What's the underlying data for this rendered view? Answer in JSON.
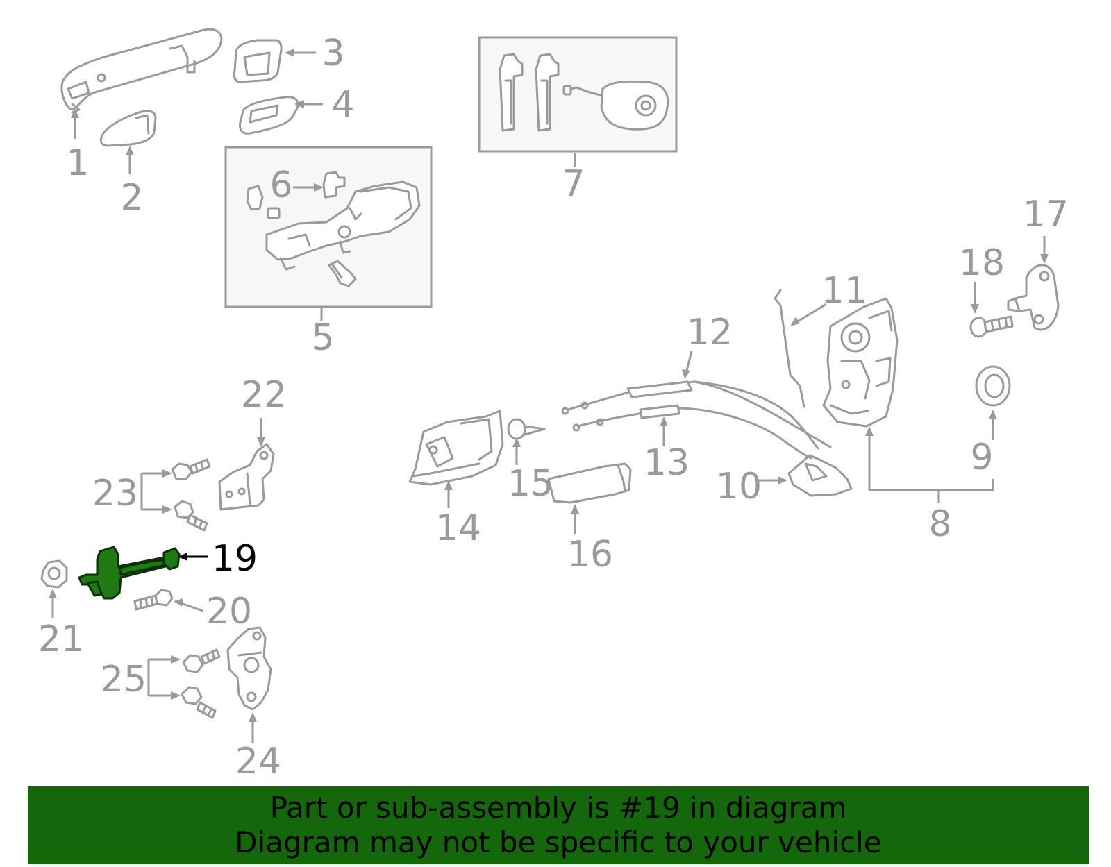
{
  "callouts": [
    {
      "id": "c1",
      "label": "1"
    },
    {
      "id": "c2",
      "label": "2"
    },
    {
      "id": "c3",
      "label": "3"
    },
    {
      "id": "c4",
      "label": "4"
    },
    {
      "id": "c5",
      "label": "5"
    },
    {
      "id": "c6",
      "label": "6"
    },
    {
      "id": "c7",
      "label": "7"
    },
    {
      "id": "c8",
      "label": "8"
    },
    {
      "id": "c9",
      "label": "9"
    },
    {
      "id": "c10",
      "label": "10"
    },
    {
      "id": "c11",
      "label": "11"
    },
    {
      "id": "c12",
      "label": "12"
    },
    {
      "id": "c13",
      "label": "13"
    },
    {
      "id": "c14",
      "label": "14"
    },
    {
      "id": "c15",
      "label": "15"
    },
    {
      "id": "c16",
      "label": "16"
    },
    {
      "id": "c17",
      "label": "17"
    },
    {
      "id": "c18",
      "label": "18"
    },
    {
      "id": "c19",
      "label": "19"
    },
    {
      "id": "c20",
      "label": "20"
    },
    {
      "id": "c21",
      "label": "21"
    },
    {
      "id": "c22",
      "label": "22"
    },
    {
      "id": "c23",
      "label": "23"
    },
    {
      "id": "c24",
      "label": "24"
    },
    {
      "id": "c25",
      "label": "25"
    }
  ],
  "highlight": {
    "part": "19",
    "color": "#1f7a12"
  },
  "banner": {
    "line1": "Part or sub-assembly is #19 in diagram",
    "line2": "Diagram may not be specific to your vehicle",
    "background": "#14680b"
  }
}
